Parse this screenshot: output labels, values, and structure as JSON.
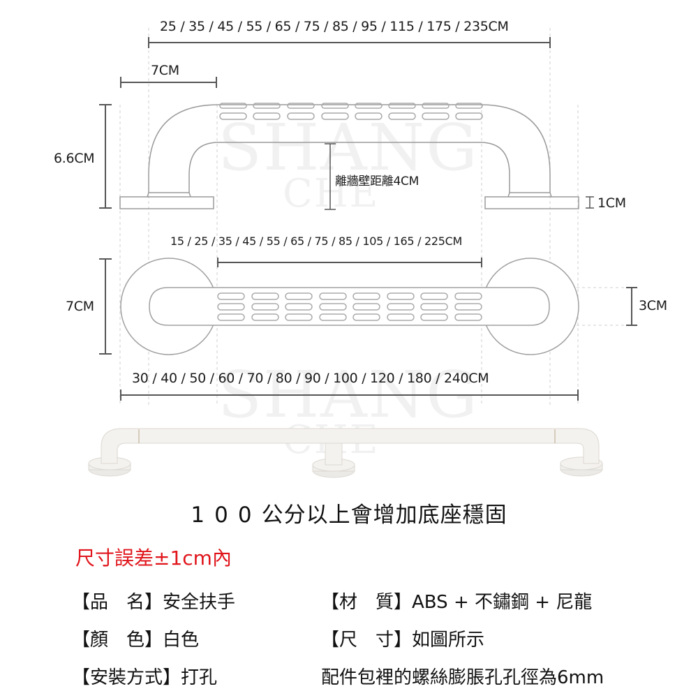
{
  "diagram": {
    "side_view": {
      "overall_length_label": "25 / 35 / 45 / 55 / 65 / 75 / 85 / 95 / 115 / 175 / 235CM",
      "base_width_label": "7CM",
      "height_label": "6.6CM",
      "wall_distance_label": "離牆壁距離4CM",
      "base_thickness_label": "1CM"
    },
    "top_view": {
      "grip_length_label": "15 / 25 / 35 / 45 / 55 / 65 / 75 / 85 / 105 / 165 / 225CM",
      "base_diameter_label": "7CM",
      "bar_width_label": "3CM",
      "total_length_label": "30 / 40 / 50 / 60 / 70 / 80 / 90 / 100 / 120 / 180 / 240CM",
      "slot_columns": 8,
      "slot_rows": 3
    },
    "watermark": {
      "line1": "SHANG",
      "line2": "CHE"
    },
    "colors": {
      "line": "#9a9a9a",
      "dim_line": "#555555",
      "guide": "#cfcfcf",
      "bar_fill": "#f3f1ee"
    }
  },
  "notes": {
    "reinforcement_num": "100",
    "reinforcement_text": "公分以上會增加底座穩固",
    "tolerance": "尺寸誤差±1cm內",
    "tolerance_color": "#e0141b"
  },
  "specs": {
    "name": {
      "key": "【品　名】",
      "value": "安全扶手"
    },
    "color": {
      "key": "【顏　色】",
      "value": "白色"
    },
    "install": {
      "key": "【安裝方式】",
      "value": "打孔"
    },
    "material": {
      "key": "【材　質】",
      "value": "ABS + 不鏽鋼 + 尼龍"
    },
    "size": {
      "key": "【尺　寸】",
      "value": "如圖所示"
    },
    "accessory_note": "配件包裡的螺絲膨脹孔孔徑為6mm"
  }
}
